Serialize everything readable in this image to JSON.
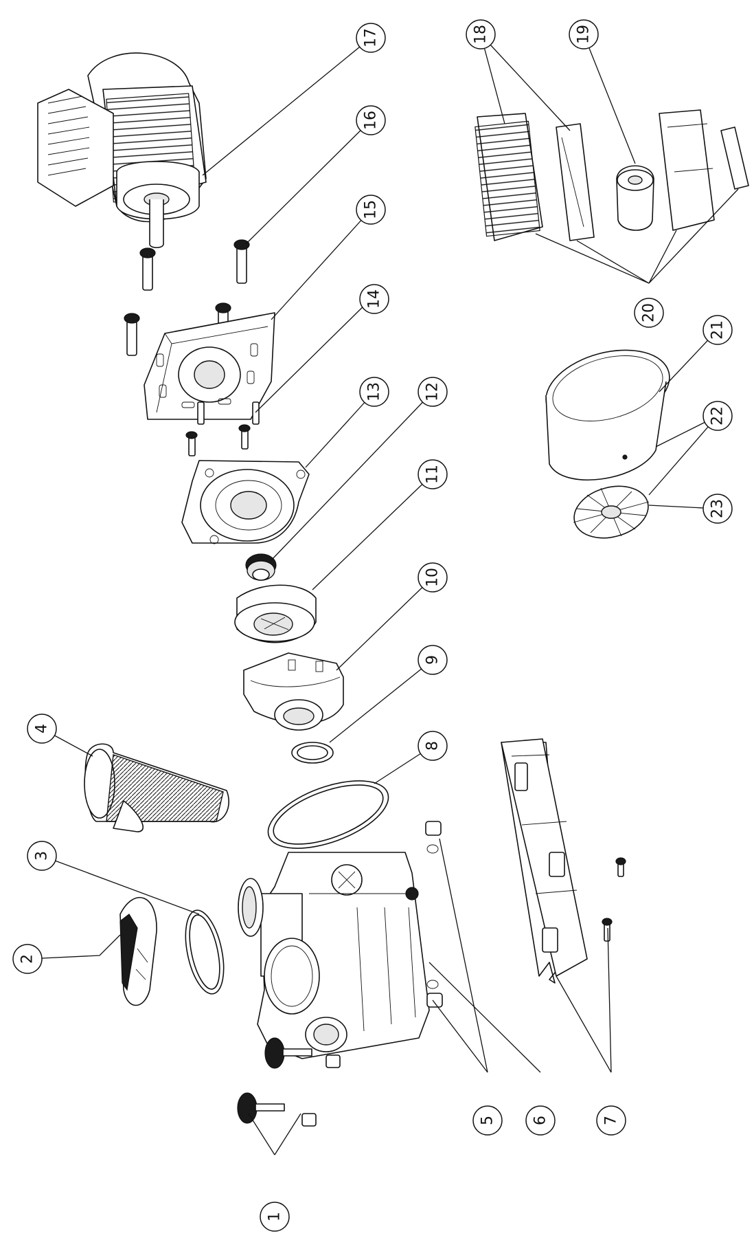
{
  "diagram": {
    "callout_labels": [
      "1",
      "2",
      "3",
      "4",
      "5",
      "6",
      "7",
      "8",
      "9",
      "10",
      "11",
      "12",
      "13",
      "14",
      "15",
      "16",
      "17",
      "18",
      "19",
      "20",
      "21",
      "22",
      "23"
    ]
  }
}
